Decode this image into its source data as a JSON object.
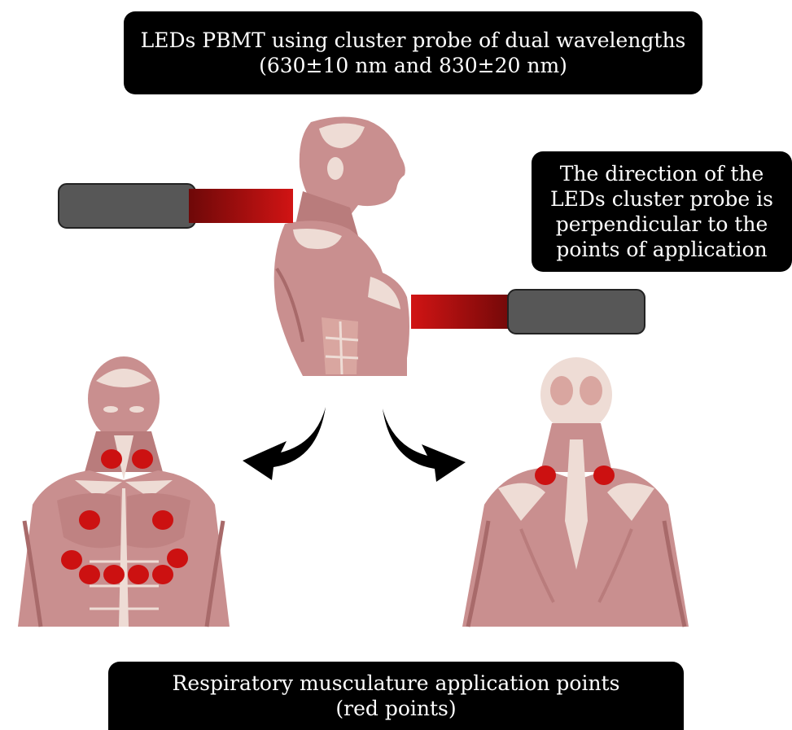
{
  "title_box": {
    "line1": "LEDs PBMT using cluster probe of dual wavelengths",
    "line2": "(630±10 nm and 830±20 nm)"
  },
  "direction_box": {
    "line1": "The direction of the",
    "line2": "LEDs cluster probe is",
    "line3": "perpendicular to the",
    "line4": "points of application"
  },
  "bottom_box": {
    "line1": "Respiratory musculature application points",
    "line2": "(red points)"
  },
  "colors": {
    "skin": "#c98f8f",
    "skin_dark": "#a86a6a",
    "tendon": "#eedcd5",
    "point_red": "#cc1111",
    "probe_gray": "#575757",
    "beam_red": "#c10d0d",
    "arrow": "#000000"
  },
  "icons": [
    "human-profile-icon",
    "front-torso-icon",
    "back-torso-icon",
    "led-probe-icon",
    "curved-arrow-icon"
  ]
}
